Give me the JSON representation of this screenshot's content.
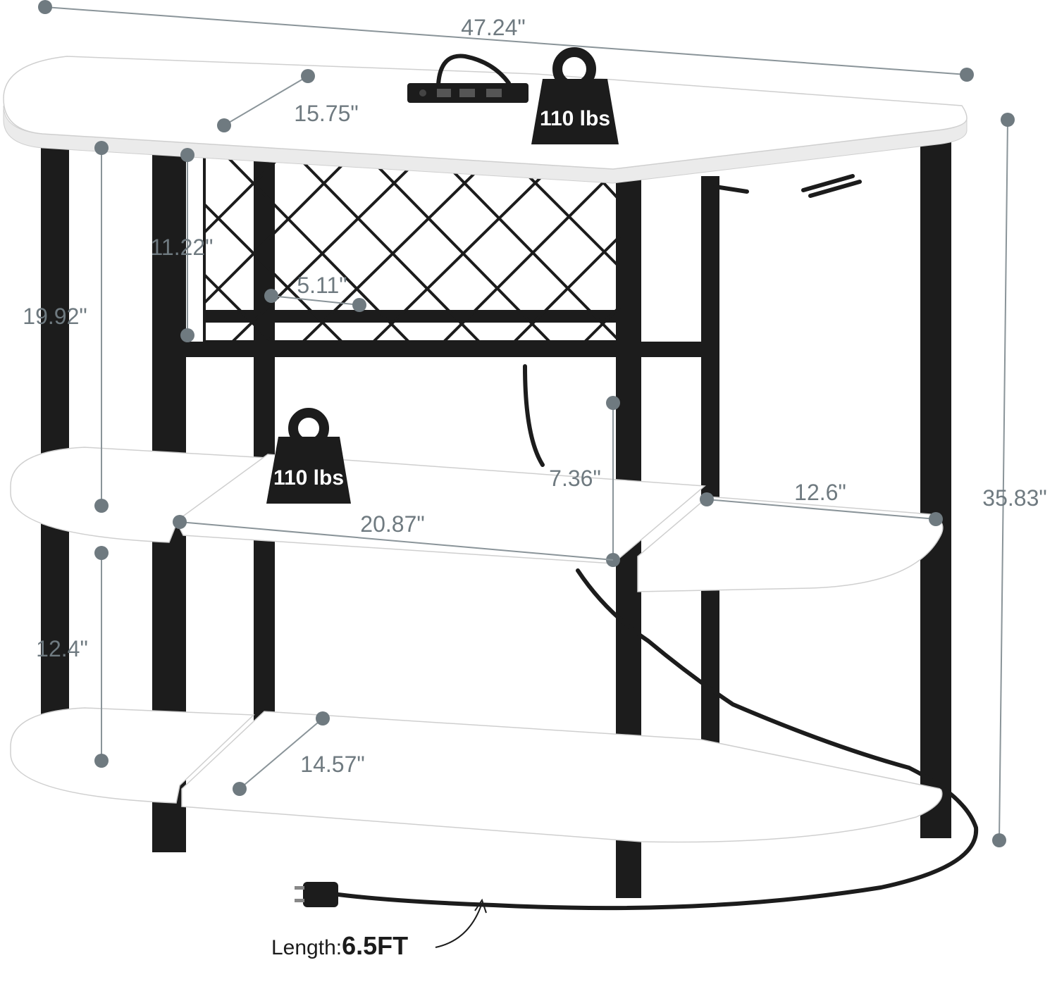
{
  "dimensions": {
    "total_width": "47.24\"",
    "top_depth": "15.75\"",
    "rack_height": "11.22\"",
    "rack_cell": "5.11\"",
    "upper_side_height": "19.92\"",
    "lower_side_height": "12.4\"",
    "middle_gap": "7.36\"",
    "middle_shelf_width": "20.87\"",
    "side_shelf_width": "12.6\"",
    "bottom_depth": "14.57\"",
    "total_height": "35.83\""
  },
  "load_badges": {
    "top": "110 lbs",
    "middle": "110 lbs"
  },
  "cord": {
    "length_label": "Length:",
    "length_value": "6.5FT"
  },
  "colors": {
    "frame": "#1c1c1c",
    "shelf": "#ffffff",
    "dimension": "#6f7a80"
  }
}
